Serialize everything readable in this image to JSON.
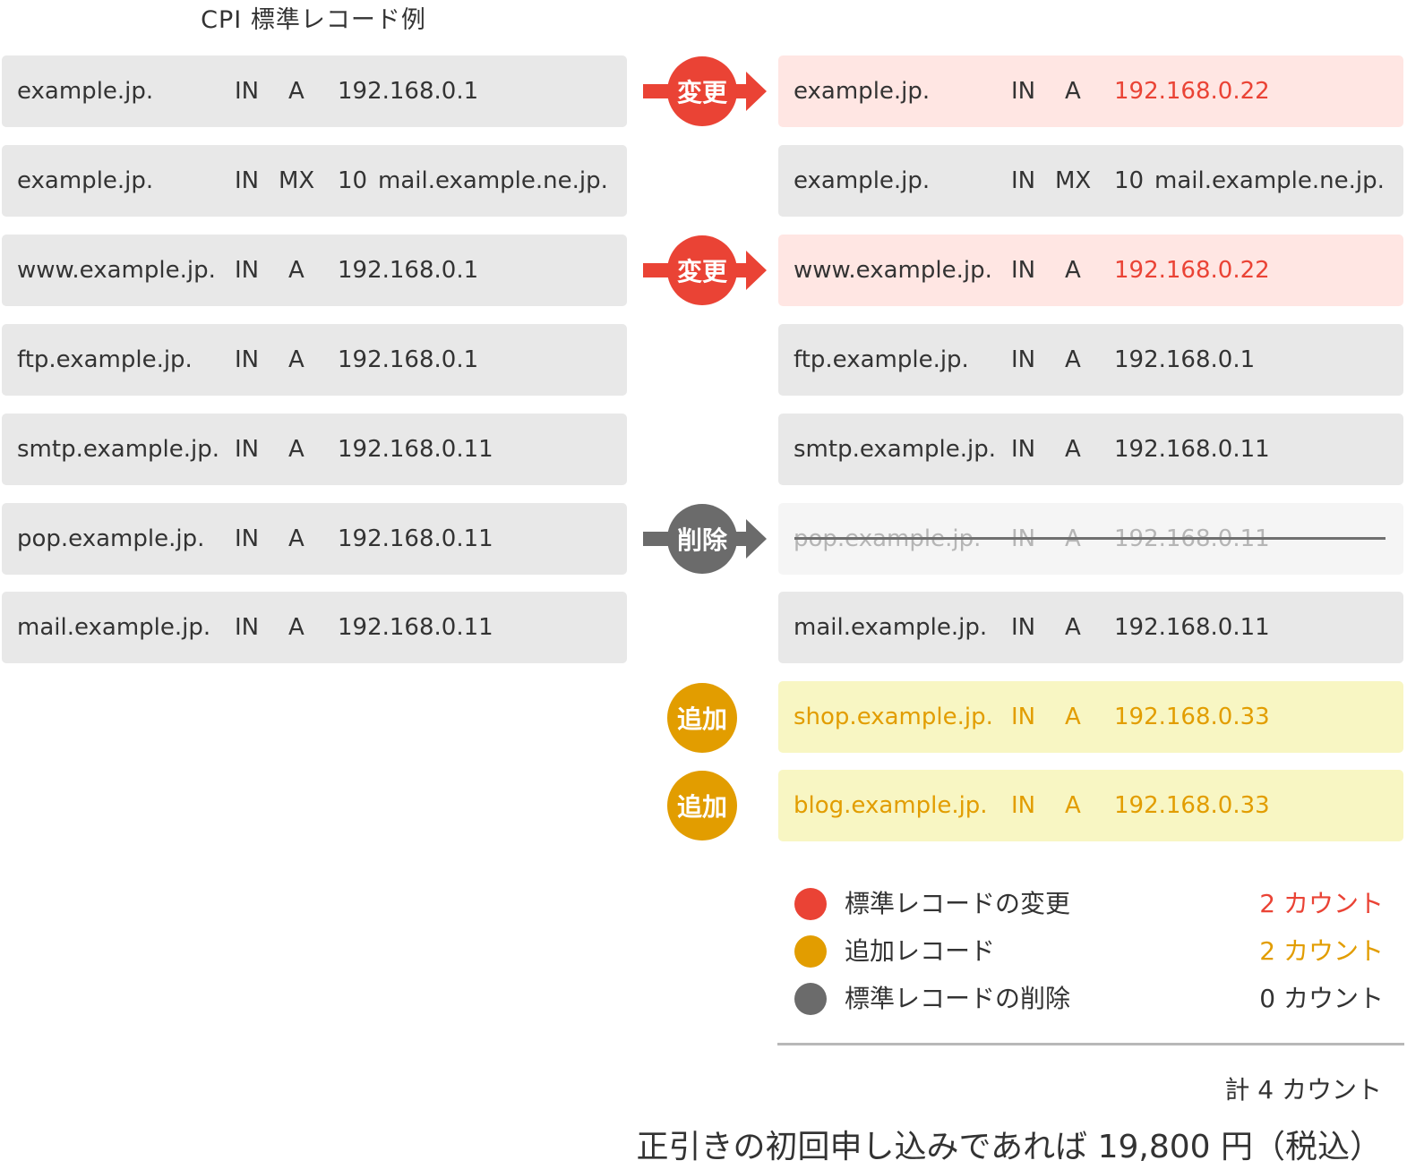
{
  "title": "CPI 標準レコード例",
  "colors": {
    "change": "#ea4335",
    "add": "#e29d00",
    "delete": "#6b6b6b",
    "row_bg": "#e8e8e8"
  },
  "left_records": [
    {
      "name": "example.jp.",
      "class": "IN",
      "type": "A",
      "value": "192.168.0.1"
    },
    {
      "name": "example.jp.",
      "class": "IN",
      "type": "MX",
      "pref": "10",
      "host": "mail.example.ne.jp."
    },
    {
      "name": "www.example.jp.",
      "class": "IN",
      "type": "A",
      "value": "192.168.0.1"
    },
    {
      "name": "ftp.example.jp.",
      "class": "IN",
      "type": "A",
      "value": "192.168.0.1"
    },
    {
      "name": "smtp.example.jp.",
      "class": "IN",
      "type": "A",
      "value": "192.168.0.11"
    },
    {
      "name": "pop.example.jp.",
      "class": "IN",
      "type": "A",
      "value": "192.168.0.11"
    },
    {
      "name": "mail.example.jp.",
      "class": "IN",
      "type": "A",
      "value": "192.168.0.11"
    }
  ],
  "right_records": [
    {
      "name": "example.jp.",
      "class": "IN",
      "type": "A",
      "value": "192.168.0.22",
      "status": "changed"
    },
    {
      "name": "example.jp.",
      "class": "IN",
      "type": "MX",
      "pref": "10",
      "host": "mail.example.ne.jp.",
      "status": "unchanged"
    },
    {
      "name": "www.example.jp.",
      "class": "IN",
      "type": "A",
      "value": "192.168.0.22",
      "status": "changed"
    },
    {
      "name": "ftp.example.jp.",
      "class": "IN",
      "type": "A",
      "value": "192.168.0.1",
      "status": "unchanged"
    },
    {
      "name": "smtp.example.jp.",
      "class": "IN",
      "type": "A",
      "value": "192.168.0.11",
      "status": "unchanged"
    },
    {
      "name": "pop.example.jp.",
      "class": "IN",
      "type": "A",
      "value": "192.168.0.11",
      "status": "deleted"
    },
    {
      "name": "mail.example.jp.",
      "class": "IN",
      "type": "A",
      "value": "192.168.0.11",
      "status": "unchanged"
    },
    {
      "name": "shop.example.jp.",
      "class": "IN",
      "type": "A",
      "value": "192.168.0.33",
      "status": "added"
    },
    {
      "name": "blog.example.jp.",
      "class": "IN",
      "type": "A",
      "value": "192.168.0.33",
      "status": "added"
    }
  ],
  "badges": {
    "change": "変更",
    "delete": "削除",
    "add": "追加"
  },
  "legend": [
    {
      "label": "標準レコードの変更",
      "count": "2 カウント",
      "color": "#ea4335",
      "count_color": "#ea4335"
    },
    {
      "label": "追加レコード",
      "count": "2 カウント",
      "color": "#e29d00",
      "count_color": "#e29d00"
    },
    {
      "label": "標準レコードの削除",
      "count": "0 カウント",
      "color": "#6b6b6b",
      "count_color": "#333333"
    }
  ],
  "total": "計 4 カウント",
  "price_note": "正引きの初回申し込みであれば 19,800 円（税込）"
}
